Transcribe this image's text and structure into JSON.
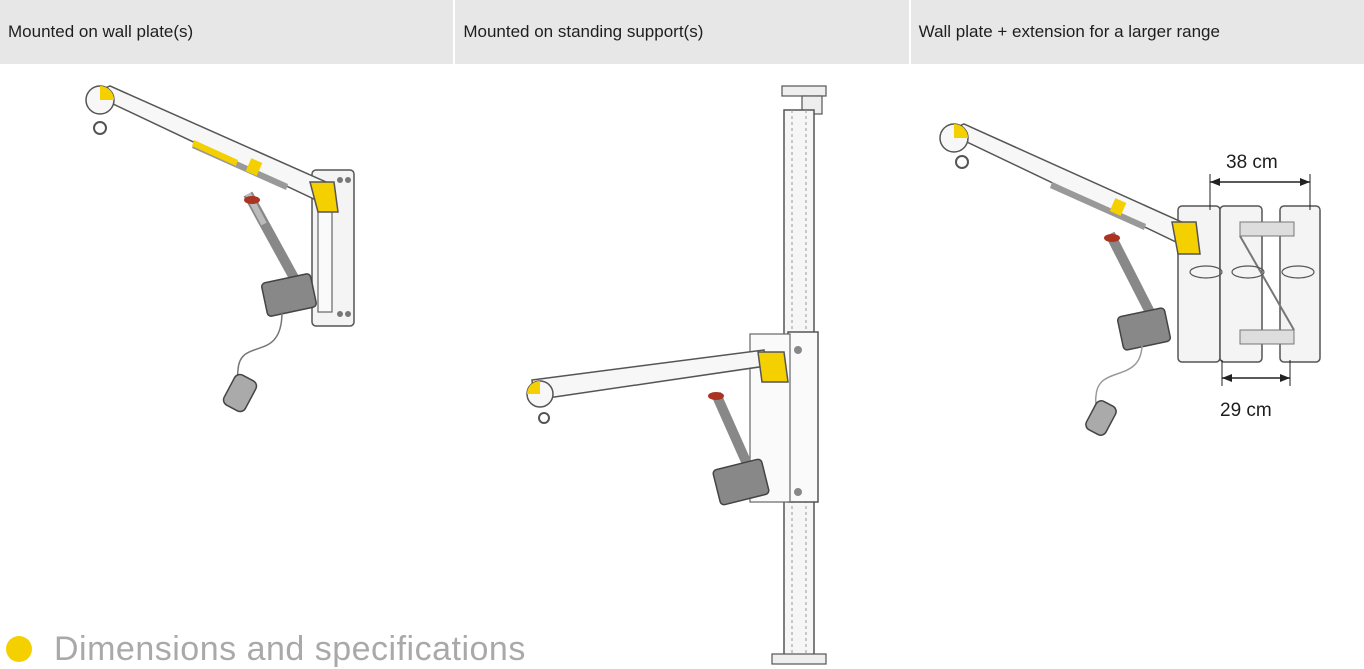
{
  "header": {
    "columns": [
      {
        "label": "Mounted on wall plate(s)"
      },
      {
        "label": "Mounted on standing support(s)"
      },
      {
        "label": "Wall plate + extension for a larger range"
      }
    ]
  },
  "dimensions": {
    "top": "38 cm",
    "bottom": "29 cm"
  },
  "footer": {
    "title": "Dimensions and specifications"
  },
  "colors": {
    "accent": "#f5d000",
    "header_bg": "#e7e7e7",
    "footer_text": "#a9a9a9"
  }
}
